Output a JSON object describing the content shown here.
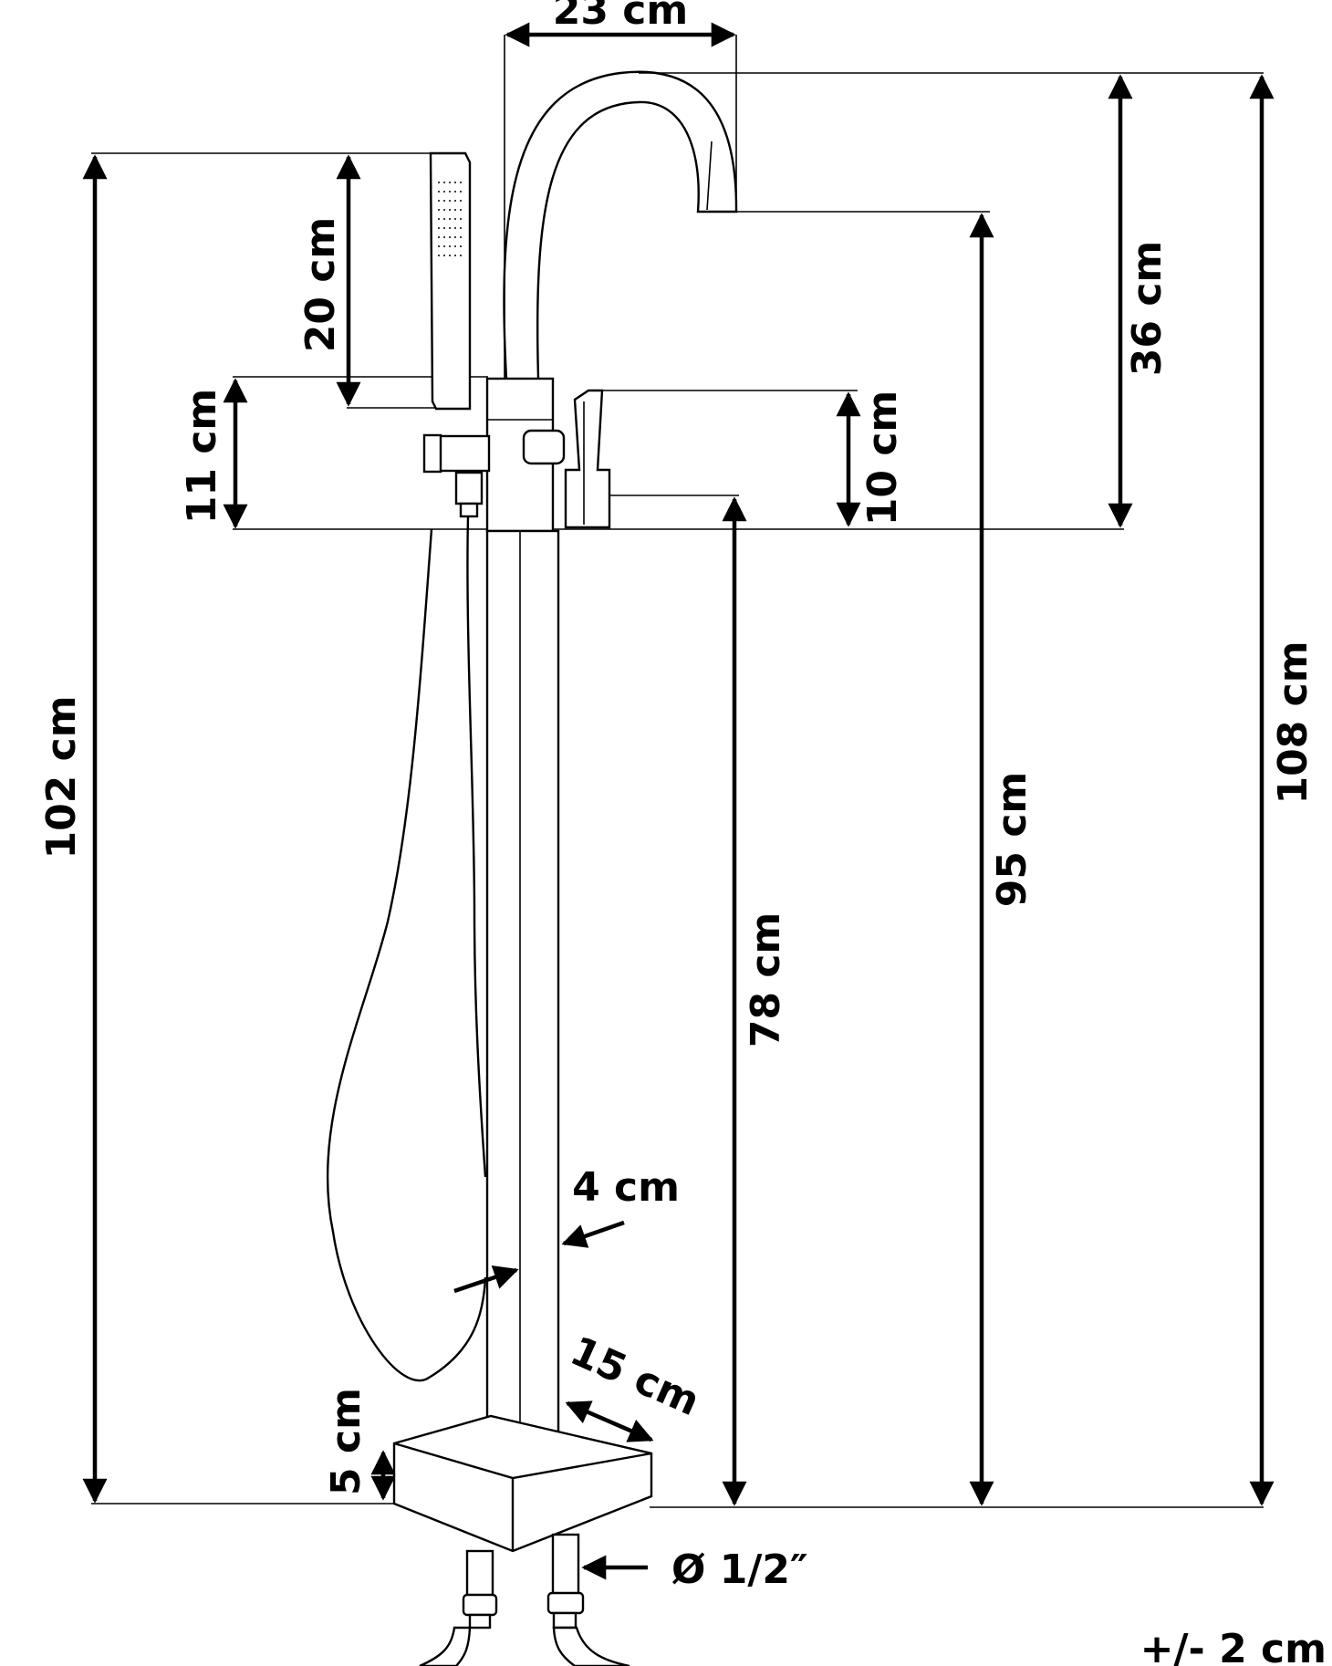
{
  "dimensions": {
    "spout_reach": "23 cm",
    "hand_shower_length": "20 cm",
    "hand_shower_holder": "11 cm",
    "lever_height": "10 cm",
    "spout_height_above_valve": "36 cm",
    "total_height_hand_shower": "102 cm",
    "valve_height": "78 cm",
    "spout_outlet_height": "95 cm",
    "total_height": "108 cm",
    "pipe_width": "4 cm",
    "base_width": "15 cm",
    "base_height": "5 cm",
    "connection": "Ø 1/2″",
    "tolerance": "+/- 2 cm"
  },
  "colors": {
    "ink": "#000000",
    "background": "#ffffff"
  }
}
